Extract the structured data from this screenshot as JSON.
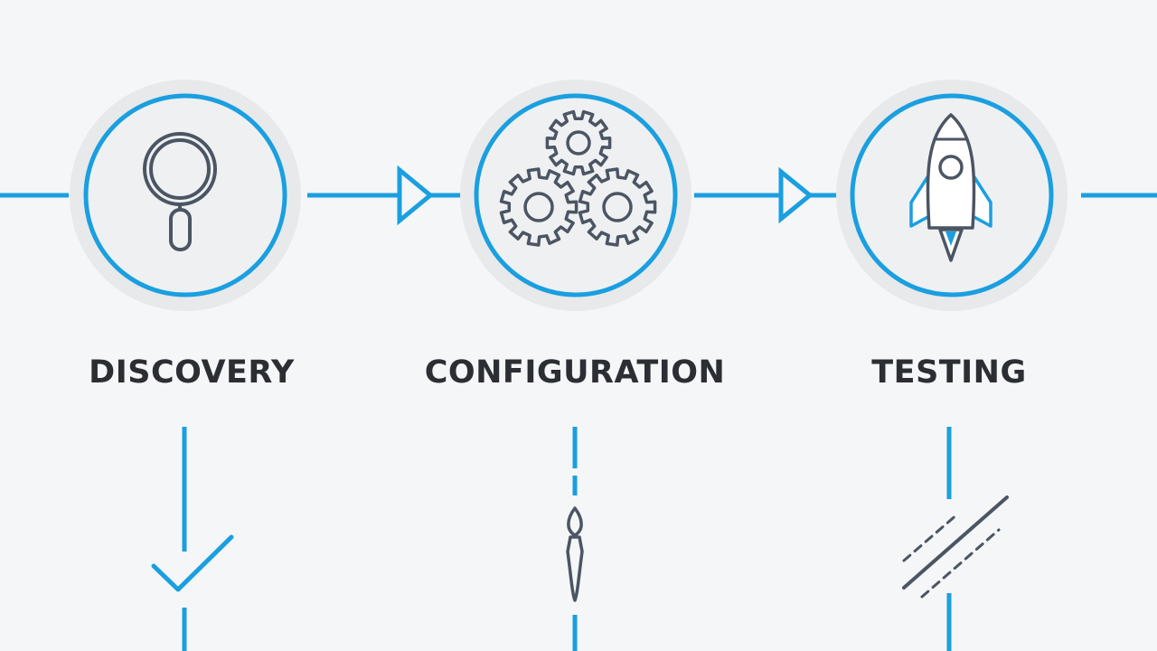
{
  "flow": {
    "accent_color": "#1a9fe0",
    "icon_color": "#4b5563",
    "steps": [
      {
        "label": "DISCOVERY",
        "icon": "magnifier-icon",
        "detail_icon": "checkmark-icon"
      },
      {
        "label": "CONFIGURATION",
        "icon": "gears-icon",
        "detail_icon": "paintbrush-icon"
      },
      {
        "label": "TESTING",
        "icon": "rocket-icon",
        "detail_icon": "speed-lines-icon"
      }
    ]
  }
}
